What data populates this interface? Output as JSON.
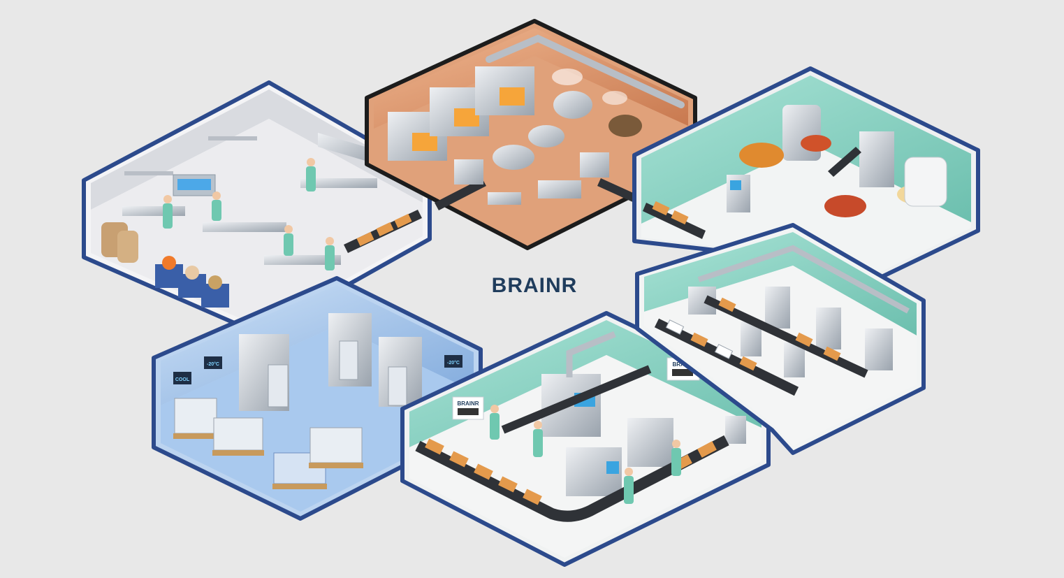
{
  "brand": {
    "name": "BRAINR"
  },
  "panels": {
    "cooling": {
      "display_1": "COOL",
      "display_2": "-20°C",
      "display_3": "-20°C"
    },
    "packaging": {
      "label_brand": "BRAINR"
    },
    "labeling": {
      "label_brand": "BRAINR"
    }
  },
  "colors": {
    "background": "#e8e8e8",
    "frame_blue": "#2c4a8c",
    "cooking_room": "#e0a17a",
    "cooking_frame": "#1c1c1c",
    "mixing_room": "#8fd3c4",
    "prep_room": "#f2f2f4",
    "cold_room": "#a9c9ee",
    "brand_text": "#1f3c5c"
  }
}
